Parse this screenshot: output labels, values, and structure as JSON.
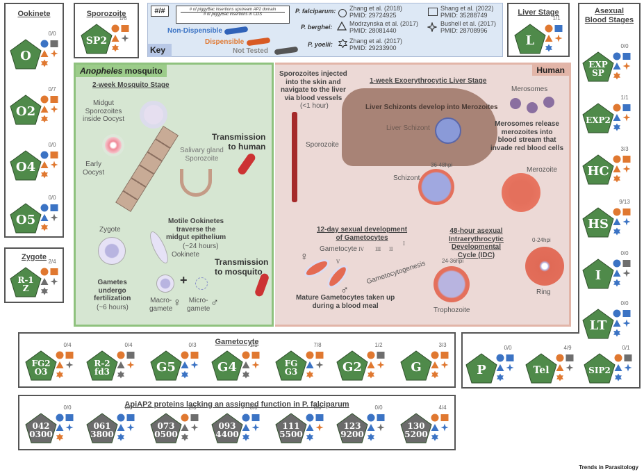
{
  "colors": {
    "non_dispensible": "#3b73c4",
    "dispensible": "#e07830",
    "not_tested": "#6e6e6e",
    "pentagon_green": "#4f8a4a",
    "pentagon_gray": "#6b6b6b"
  },
  "key": {
    "ratio_box": "#/#",
    "ratio_numerator": "# of piggyBac insertions upstream AP2 domain",
    "ratio_denominator": "# of piggyBac insertions in CDS",
    "non_dispensible": "Non-Dispensible",
    "dispensible": "Dispensible",
    "not_tested": "Not Tested",
    "key_label": "Key",
    "species": [
      {
        "name": "P. falciparum:",
        "studies": [
          {
            "icon": "circle",
            "ref": "Zhang et al. (2018)",
            "pmid": "PMID: 29724925"
          },
          {
            "icon": "square",
            "ref": "Shang et al. (2022)",
            "pmid": "PMID: 35288749"
          }
        ]
      },
      {
        "name": "P. berghei:",
        "studies": [
          {
            "icon": "triangle",
            "ref": "Modrzynska et al. (2017)",
            "pmid": "PMID: 28081440"
          },
          {
            "icon": "four-point-star",
            "ref": "Bushell et al. (2017)",
            "pmid": "PMID: 28708996"
          }
        ]
      },
      {
        "name": "P. yoelii:",
        "studies": [
          {
            "icon": "six-point-star",
            "ref": "Zhang et al. (2017)",
            "pmid": "PMID: 29233900"
          }
        ]
      }
    ]
  },
  "groups": {
    "ookinete": {
      "title": "Ookinete",
      "genes": [
        {
          "label": "O",
          "ratio": "0/0",
          "circle": "b",
          "square": "g",
          "tri": "o",
          "star4": "o",
          "star6": "o"
        },
        {
          "label": "O2",
          "ratio": "0/7",
          "circle": "o",
          "square": "o",
          "tri": "o",
          "star4": "o",
          "star6": "o"
        },
        {
          "label": "O4",
          "ratio": "0/0",
          "circle": "b",
          "square": "o",
          "tri": "o",
          "star4": "o",
          "star6": "o"
        },
        {
          "label": "O5",
          "ratio": "0/0",
          "circle": "b",
          "square": "b",
          "tri": "b",
          "star4": "g",
          "star6": "o"
        }
      ]
    },
    "sporozoite": {
      "title": "Sporozoite",
      "genes": [
        {
          "label": "SP2",
          "ratio": "1/6",
          "circle": "o",
          "square": "o",
          "tri": "o",
          "star4": "g",
          "star6": "o"
        }
      ]
    },
    "zygote": {
      "title": "Zygote",
      "genes": [
        {
          "label": "R-1\nZ",
          "ratio": "2/4",
          "circle": "o",
          "square": "o",
          "tri": "g",
          "star4": "g",
          "star6": "g"
        }
      ]
    },
    "liver": {
      "title": "Liver Stage",
      "genes": [
        {
          "label": "L",
          "ratio": "1/1",
          "circle": "o",
          "square": "b",
          "tri": "o",
          "star4": "o",
          "star6": "b"
        }
      ]
    },
    "asexual": {
      "title": "Asexual\nBlood Stages",
      "genes": [
        {
          "label": "EXP\nSP",
          "ratio": "0/0",
          "circle": "b",
          "square": "b",
          "tri": "b",
          "star4": "o",
          "star6": "o"
        },
        {
          "label": "EXP2",
          "ratio": "1/1",
          "circle": "o",
          "square": "b",
          "tri": "b",
          "star4": "o",
          "star6": "b"
        },
        {
          "label": "HC",
          "ratio": "3/3",
          "circle": "o",
          "square": "o",
          "tri": "o",
          "star4": "o",
          "star6": "o"
        },
        {
          "label": "HS",
          "ratio": "9/13",
          "circle": "o",
          "square": "o",
          "tri": "b",
          "star4": "b",
          "star6": "b"
        },
        {
          "label": "I",
          "ratio": "0/0",
          "circle": "b",
          "square": "g",
          "tri": "b",
          "star4": "g",
          "star6": "b"
        },
        {
          "label": "LT",
          "ratio": "0/0",
          "circle": "b",
          "square": "b",
          "tri": "b",
          "star4": "b",
          "star6": "b"
        },
        {
          "label": "P",
          "ratio": "0/0",
          "circle": "b",
          "square": "b",
          "tri": "b",
          "star4": "b",
          "star6": "b"
        },
        {
          "label": "Tel",
          "ratio": "4/9",
          "circle": "o",
          "square": "g",
          "tri": "o",
          "star4": "g",
          "star6": "o"
        },
        {
          "label": "SIP2",
          "ratio": "0/1",
          "circle": "o",
          "square": "g",
          "tri": "b",
          "star4": "b",
          "star6": "b"
        }
      ]
    },
    "gametocyte": {
      "title": "Gametocyte",
      "genes": [
        {
          "label": "FG2\nO3",
          "ratio": "0/4",
          "circle": "o",
          "square": "o",
          "tri": "o",
          "star4": "g",
          "star6": "o"
        },
        {
          "label": "R-2\nfd3",
          "ratio": "0/4",
          "circle": "o",
          "square": "g",
          "tri": "g",
          "star4": "o",
          "star6": "g"
        },
        {
          "label": "G5",
          "ratio": "0/3",
          "circle": "o",
          "square": "o",
          "tri": "b",
          "star4": "b",
          "star6": "b"
        },
        {
          "label": "G4",
          "ratio": "1/1",
          "circle": "o",
          "square": "o",
          "tri": "g",
          "star4": "o",
          "star6": "g"
        },
        {
          "label": "FG\nG3",
          "ratio": "7/8",
          "circle": "o",
          "square": "o",
          "tri": "b",
          "star4": "g",
          "star6": "o"
        },
        {
          "label": "G2",
          "ratio": "1/2",
          "circle": "o",
          "square": "g",
          "tri": "o",
          "star4": "o",
          "star6": "o"
        },
        {
          "label": "G",
          "ratio": "3/3",
          "circle": "o",
          "square": "o",
          "tri": "o",
          "star4": "o",
          "star6": "o"
        }
      ]
    },
    "unassigned": {
      "title": "ApiAP2 proteins lacking an assigned function in P. falciparum",
      "genes": [
        {
          "label": "042\n0300",
          "ratio": "0/0",
          "circle": "b",
          "square": "b",
          "tri": "b",
          "star4": "b",
          "star6": "o"
        },
        {
          "label": "061\n3800",
          "ratio": "0/0",
          "circle": "b",
          "square": "b",
          "tri": "b",
          "star4": "b",
          "star6": "b"
        },
        {
          "label": "073\n0500",
          "ratio": "2/3",
          "circle": "o",
          "square": "g",
          "tri": "g",
          "star4": "g",
          "star6": "g"
        },
        {
          "label": "093\n4400",
          "ratio": "0/0",
          "circle": "b",
          "square": "b",
          "tri": "b",
          "star4": "b",
          "star6": "b"
        },
        {
          "label": "111\n5500",
          "ratio": "0/0",
          "circle": "b",
          "square": "b",
          "tri": "b",
          "star4": "o",
          "star6": "b"
        },
        {
          "label": "123\n9200",
          "ratio": "0/0",
          "circle": "b",
          "square": "b",
          "tri": "b",
          "star4": "g",
          "star6": "b"
        },
        {
          "label": "130\n5200",
          "ratio": "4/4",
          "circle": "o",
          "square": "o",
          "tri": "b",
          "star4": "b",
          "star6": "b"
        }
      ]
    }
  },
  "mosquito_panel": {
    "header_italic": "Anopheles",
    "header_rest": " mosquito",
    "stage_title": "2-week Mosquito Stage",
    "midgut_sporozoites": "Midgut\nSporozoites\ninside Oocyst",
    "early_oocyst": "Early\nOocyst",
    "midgut_epithelium": "Midgut epithelium",
    "salivary": "Salivary gland\nSporozoite",
    "transmission_human": "Transmission\nto human",
    "motile": "Motile Ookinetes\ntraverse the\nmidgut epithelium",
    "motile_time": "(~24 hours)",
    "zygote": "Zygote",
    "ookinete": "Ookinete",
    "transmission_mosquito": "Transmission\nto mosquito",
    "gametes": "Gametes\nundergo\nfertilization",
    "gametes_time": "(~6 hours)",
    "macro": "Macro-\ngamete",
    "micro": "Micro-\ngamete",
    "plus": "+",
    "female": "♀",
    "male": "♂"
  },
  "human_panel": {
    "header": "Human",
    "injected": "Sporozoites injected\ninto the skin and\nnavigate to the liver\nvia blood vessels",
    "injected_time": "(<1 hour)",
    "liver_title": "1-week Exoerythrocytic Liver Stage",
    "liver_schizonts": "Liver Schizonts develop into Merozoites",
    "liver_schizont": "Liver Schizont",
    "sporozoite": "Sporozoite",
    "merosomes": "Merosomes",
    "merosomes_release": "Merosomes release\nmerozoites into\nblood stream that\ninvade red blood cells",
    "merozoite": "Merozoite",
    "schizont_time": "36-48hpi",
    "schizont": "Schizont",
    "sexual_title": "12-day sexual development\nof Gametocytes",
    "gametocyte": "Gametocyte",
    "stages": [
      "V",
      "IV",
      "III",
      "II",
      "I"
    ],
    "gametocytogenesis": "Gametocytogenesis",
    "mature": "Mature Gametocytes taken up\nduring a blood meal",
    "idc": "48-hour asexual\nIntraerythrocytic\nDevelopmental\nCycle (IDC)",
    "troph_time": "24-36hpi",
    "trophozoite": "Trophozoite",
    "ring_time": "0-24hpi",
    "ring": "Ring"
  },
  "footer": {
    "journal": "Trends in Parasitology"
  }
}
